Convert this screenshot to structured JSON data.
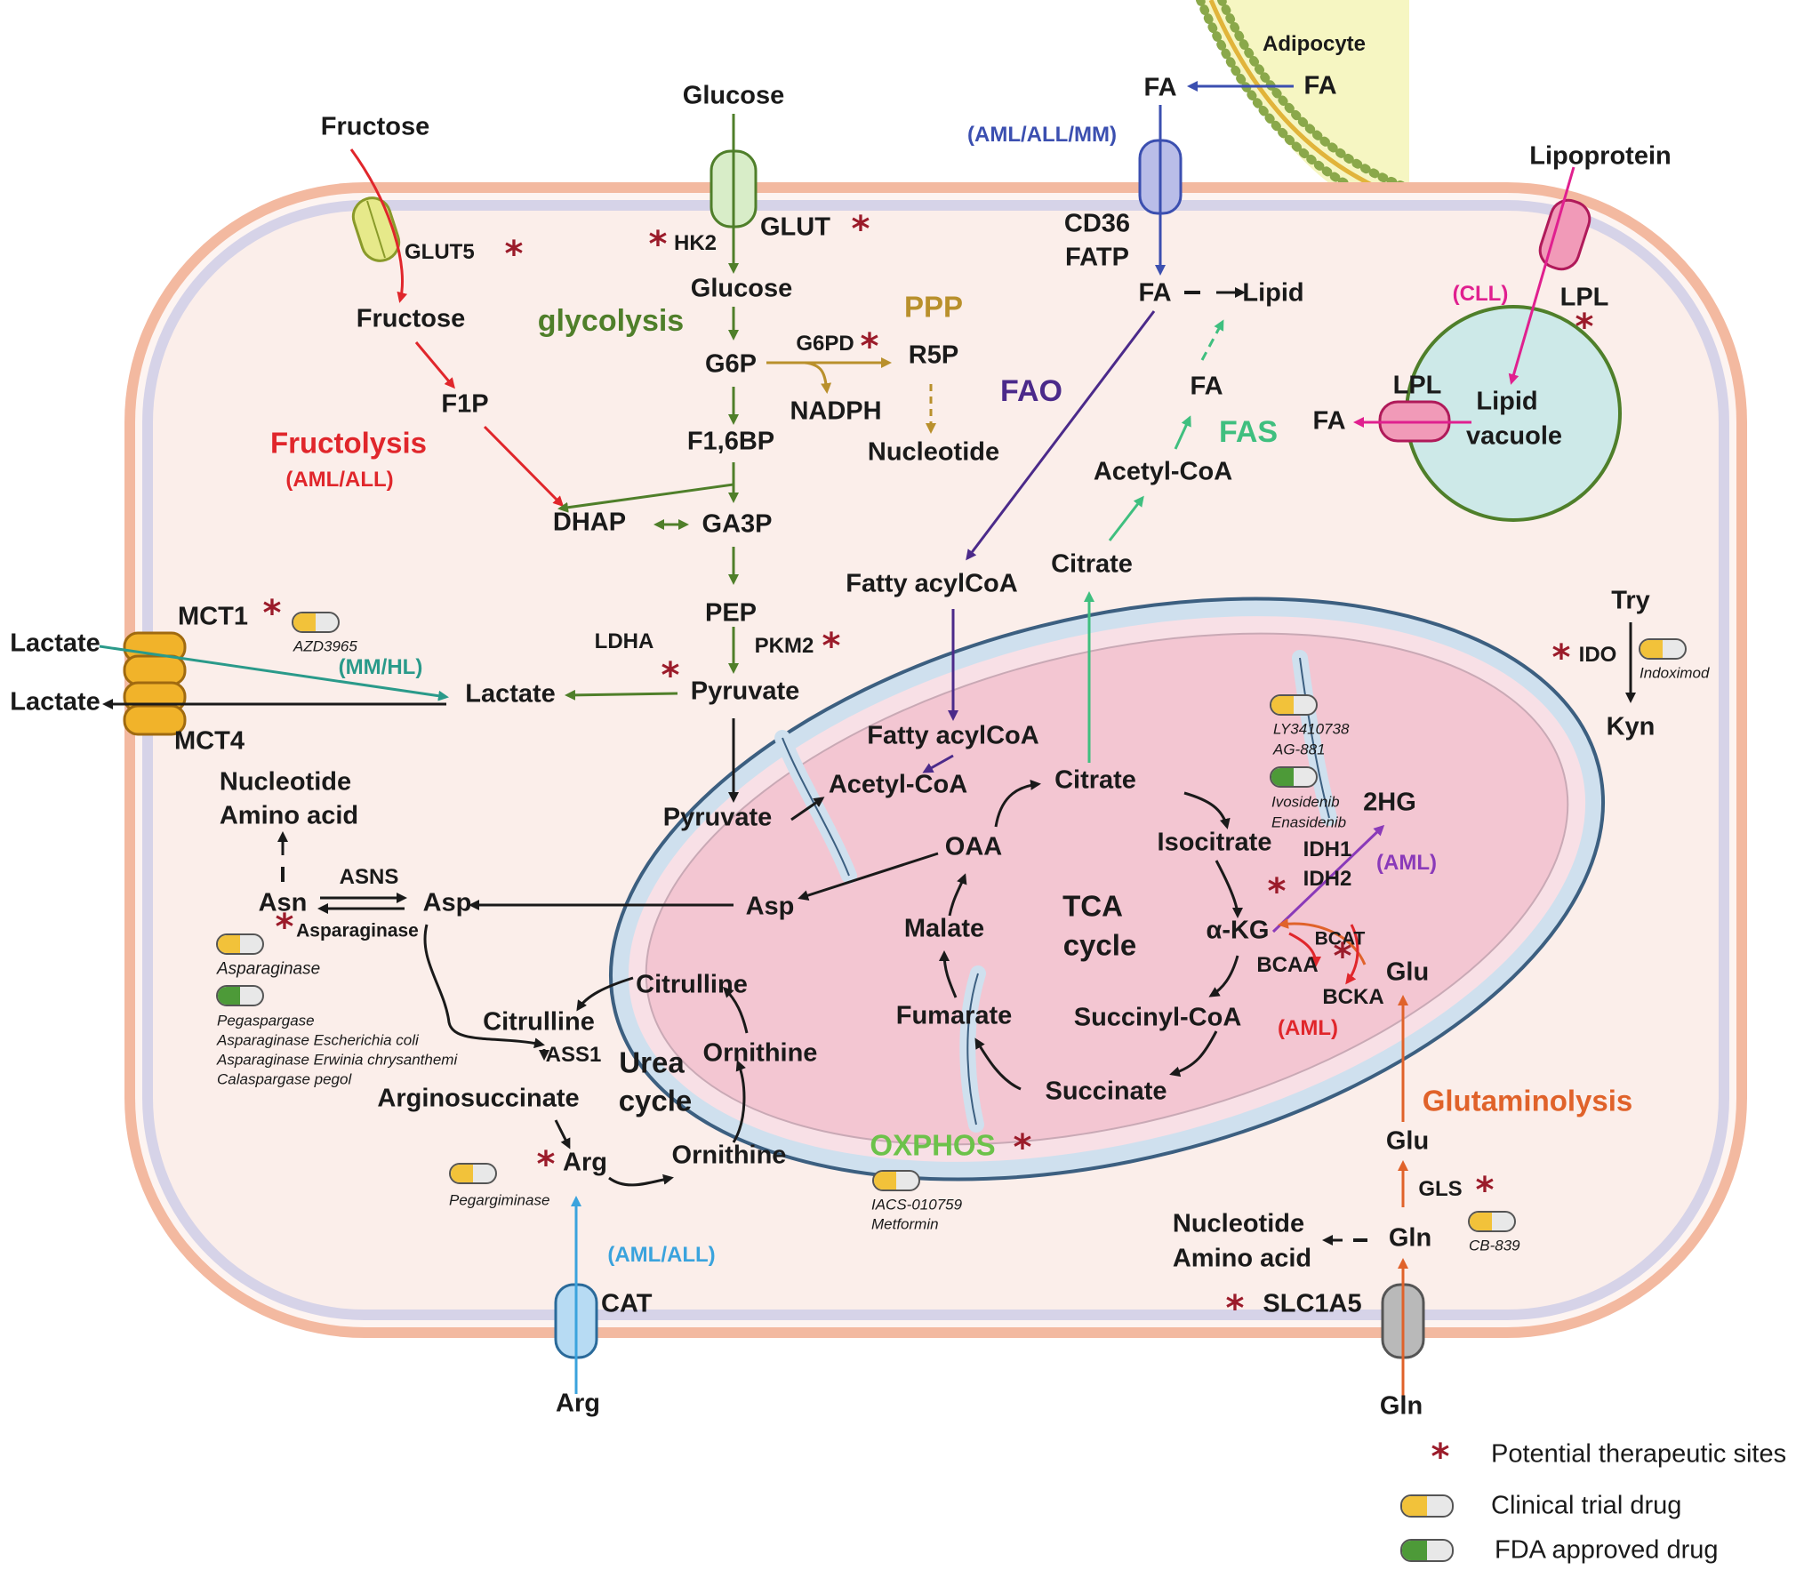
{
  "colors": {
    "membrane_outer": "#f3b9a0",
    "membrane_inner": "#d6d3e8",
    "cytosol": "#fbeeea",
    "mito_outer": "#cfe0ee",
    "mito_matrix": "#f3c6d2",
    "adipocyte": "#f6f6c2",
    "lipid_vacuole": "#cde9e8",
    "fructolysis": "#e0262b",
    "glycolysis": "#4f7f2a",
    "ppp": "#b9902c",
    "fa_uptake": "#3b4fb0",
    "fao": "#4b2a8a",
    "fas": "#3fbf7f",
    "lipoprotein": "#e0208f",
    "lactate": "#2a9a8a",
    "arg": "#3aa3dd",
    "glutaminolysis": "#e0622a",
    "star": "#9b1b2a"
  },
  "labels": {
    "fructose_out": "Fructose",
    "glut5": "GLUT5",
    "fructose_in": "Fructose",
    "f1p": "F1P",
    "fructolysis": "Fructolysis",
    "fructolysis_disease": "(AML/ALL)",
    "glucose_out": "Glucose",
    "hk2": "HK2",
    "glut": "GLUT",
    "glucose_in": "Glucose",
    "glycolysis": "glycolysis",
    "g6p": "G6P",
    "g6pd": "G6PD",
    "r5p": "R5P",
    "ppp": "PPP",
    "nadph": "NADPH",
    "nucleotide_ppp": "Nucleotide",
    "f16bp": "F1,6BP",
    "dhap": "DHAP",
    "ga3p": "GA3P",
    "pep": "PEP",
    "pkm2": "PKM2",
    "pyruvate": "Pyruvate",
    "ldha": "LDHA",
    "lactate_in": "Lactate",
    "lactate_out1": "Lactate",
    "lactate_out2": "Lactate",
    "mct1": "MCT1",
    "mct4": "MCT4",
    "mm_hl": "(MM/HL)",
    "adipocyte": "Adipocyte",
    "fa_adipocyte": "FA",
    "fa_out": "FA",
    "aml_all_mm": "(AML/ALL/MM)",
    "cd36": "CD36",
    "fatp": "FATP",
    "fa_in": "FA",
    "lipid": "Lipid",
    "fao": "FAO",
    "fa_fas": "FA",
    "fas": "FAS",
    "acetylcoa_cyto": "Acetyl-CoA",
    "citrate_cyto": "Citrate",
    "fatty_acylcoa_cyto": "Fatty acylCoA",
    "lipoprotein": "Lipoprotein",
    "cll": "(CLL)",
    "lpl_outer": "LPL",
    "lpl_vac": "LPL",
    "lipid_vacuole_1": "Lipid",
    "lipid_vacuole_2": "vacuole",
    "fa_vacuole": "FA",
    "try": "Try",
    "ido": "IDO",
    "kyn": "Kyn",
    "fatty_acylcoa_mito": "Fatty acylCoA",
    "acetylcoa_mito": "Acetyl-CoA",
    "citrate_mito": "Citrate",
    "pyruvate_mito": "Pyruvate",
    "oaa": "OAA",
    "isocitrate": "Isocitrate",
    "tca1": "TCA",
    "tca2": "cycle",
    "malate": "Malate",
    "akg": "α-KG",
    "fumarate": "Fumarate",
    "succinylcoa": "Succinyl-CoA",
    "succinate": "Succinate",
    "asp_mito": "Asp",
    "hg2": "2HG",
    "idh1": "IDH1",
    "idh2": "IDH2",
    "aml_idh": "(AML)",
    "bcat": "BCAT",
    "bcaa": "BCAA",
    "bcka": "BCKA",
    "glu_mito": "Glu",
    "aml_bcat": "(AML)",
    "oxphos": "OXPHOS",
    "nucleotide_aa_1": "Nucleotide",
    "nucleotide_aa_2": "Amino acid",
    "asns": "ASNS",
    "asn": "Asn",
    "asp_cyto": "Asp",
    "asparaginase": "Asparaginase",
    "citrulline_mito": "Citrulline",
    "citrulline_cyto": "Citrulline",
    "ass1": "ASS1",
    "urea1": "Urea",
    "urea2": "cycle",
    "ornithine_mito": "Ornithine",
    "argininosuccinate": "Arginosuccinate",
    "arg_cyto": "Arg",
    "ornithine_cyto": "Ornithine",
    "aml_all_arg": "(AML/ALL)",
    "cat": "CAT",
    "arg_out": "Arg",
    "glutaminolysis": "Glutaminolysis",
    "glu_cyto": "Glu",
    "gls": "GLS",
    "gln_cyto": "Gln",
    "nucleotide_gln_1": "Nucleotide",
    "nucleotide_gln_2": "Amino acid",
    "slc1a5": "SLC1A5",
    "gln_out": "Gln"
  },
  "drugs": {
    "azd3965": "AZD3965",
    "indoximod": "Indoximod",
    "ly": "LY3410738",
    "ag": "AG-881",
    "ivosidenib": "Ivosidenib",
    "enasidenib": "Enasidenib",
    "asparaginase_trial": "Asparaginase",
    "fda_asp_1": "Pegaspargase",
    "fda_asp_2": "Asparaginase Escherichia coli",
    "fda_asp_3": "Asparaginase Erwinia chrysanthemi",
    "fda_asp_4": "Calaspargase pegol",
    "pegargiminase": "Pegargiminase",
    "iacs": "IACS-010759",
    "metformin": "Metformin",
    "cb839": "CB-839"
  },
  "legend": {
    "star_symbol": "*",
    "therapeutic": "Potential therapeutic sites",
    "clinical": "Clinical trial drug",
    "fda": "FDA approved drug"
  }
}
